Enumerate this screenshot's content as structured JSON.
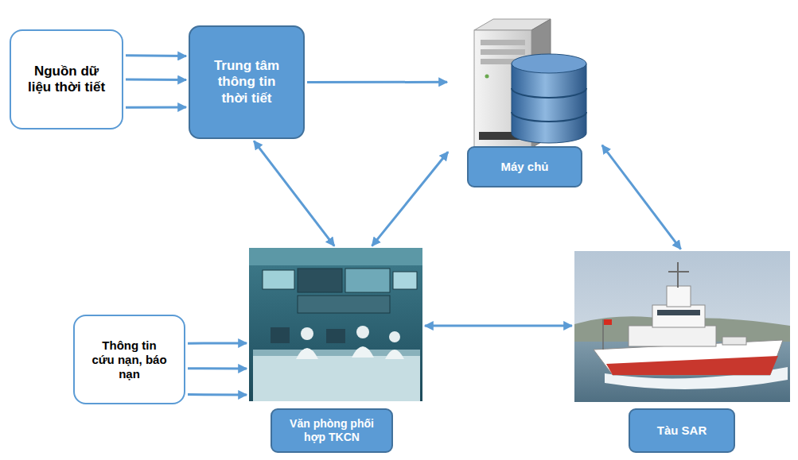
{
  "diagram": {
    "nodes": [
      {
        "text": [
          "Nguồn dữ liệu thời tiết"
        ]
      },
      {
        "text": [
          "Trung tâm thông tin thời tiết"
        ]
      },
      {
        "text": [
          "Máy chủ"
        ]
      },
      {
        "text": [
          "Thông tin cứu nạn, báo nạn"
        ]
      },
      {
        "text": [
          "Văn phòng phối hợp TKCN"
        ]
      },
      {
        "text": [
          "Tàu SAR"
        ]
      }
    ],
    "edges": [
      {
        "from": 0,
        "to": 1,
        "arrow": "to"
      },
      {
        "from": 0,
        "to": 1,
        "arrow": "to"
      },
      {
        "from": 0,
        "to": 1,
        "arrow": "to"
      },
      {
        "from": 1,
        "to": 2,
        "arrow": "to"
      },
      {
        "from": 1,
        "to": 4,
        "arrow": "both"
      },
      {
        "from": 2,
        "to": 4,
        "arrow": "both"
      },
      {
        "from": 2,
        "to": 5,
        "arrow": "both"
      },
      {
        "from": 3,
        "to": 4,
        "arrow": "to"
      },
      {
        "from": 3,
        "to": 4,
        "arrow": "to"
      },
      {
        "from": 3,
        "to": 4,
        "arrow": "to"
      },
      {
        "from": 4,
        "to": 5,
        "arrow": "both"
      }
    ]
  }
}
